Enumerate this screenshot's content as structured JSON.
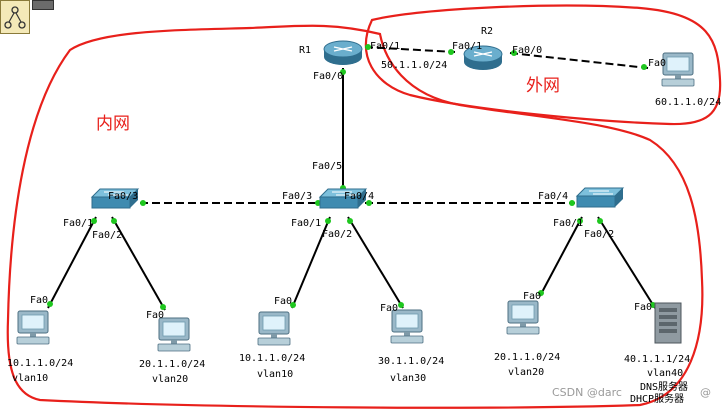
{
  "zones": {
    "internal": "内网",
    "external": "外网"
  },
  "routers": [
    {
      "id": "R1",
      "name": "R1"
    },
    {
      "id": "R2",
      "name": "R2"
    }
  ],
  "links": {
    "r1_r2": {
      "a": "Fa0/1",
      "b": "Fa0/1",
      "net": "50.1.1.0/24"
    },
    "r2_pc": {
      "a": "Fa0/0",
      "b": "Fa0",
      "net": "60.1.1.0/24"
    },
    "r1_core": {
      "a": "Fa0/0",
      "b": "Fa0/5"
    },
    "left_core": {
      "a": "Fa0/3",
      "b": "Fa0/3"
    },
    "core_right": {
      "a": "Fa0/4",
      "b": "Fa0/4"
    }
  },
  "switch_ports": {
    "p1": "Fa0/1",
    "p2": "Fa0/2"
  },
  "end_hosts": [
    {
      "port": "Fa0",
      "net": "10.1.1.0/24",
      "vlan": "vlan10"
    },
    {
      "port": "Fa0",
      "net": "20.1.1.0/24",
      "vlan": "vlan20"
    },
    {
      "port": "Fa0",
      "net": "10.1.1.0/24",
      "vlan": "vlan10"
    },
    {
      "port": "Fa0",
      "net": "30.1.1.0/24",
      "vlan": "vlan30"
    },
    {
      "port": "Fa0",
      "net": "20.1.1.0/24",
      "vlan": "vlan20"
    },
    {
      "port": "Fa0",
      "net": "40.1.1.1/24",
      "vlan": "vlan40",
      "role1": "DNS服务器",
      "role2": "DHCP服务器"
    }
  ],
  "watermark": "CSDN @darc",
  "watermark_tail": "@",
  "colors": {
    "zone_outline": "#e8201b",
    "link_dot": "#1fc71f",
    "device": "#3f8bb0"
  }
}
